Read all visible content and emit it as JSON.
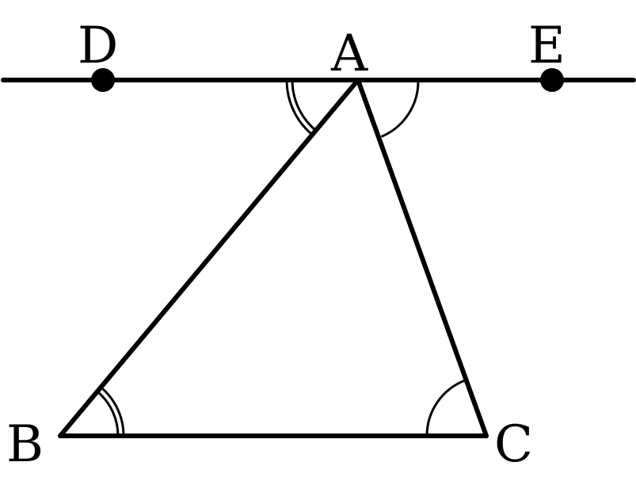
{
  "diagram": {
    "colors": {
      "stroke": "#000000",
      "background": "#ffffff"
    },
    "points": {
      "A": {
        "label": "A"
      },
      "B": {
        "label": "B"
      },
      "C": {
        "label": "C"
      },
      "D": {
        "label": "D"
      },
      "E": {
        "label": "E"
      }
    },
    "line": {
      "through": [
        "D",
        "A",
        "E"
      ]
    },
    "triangle": {
      "vertices": [
        "A",
        "B",
        "C"
      ]
    },
    "angle_marks": [
      {
        "at": "A",
        "between": [
          "D",
          "B"
        ],
        "arcs": 2
      },
      {
        "at": "A",
        "between": [
          "C",
          "E"
        ],
        "arcs": 1
      },
      {
        "at": "B",
        "between": [
          "A",
          "C"
        ],
        "arcs": 2
      },
      {
        "at": "C",
        "between": [
          "B",
          "A"
        ],
        "arcs": 1
      }
    ]
  }
}
